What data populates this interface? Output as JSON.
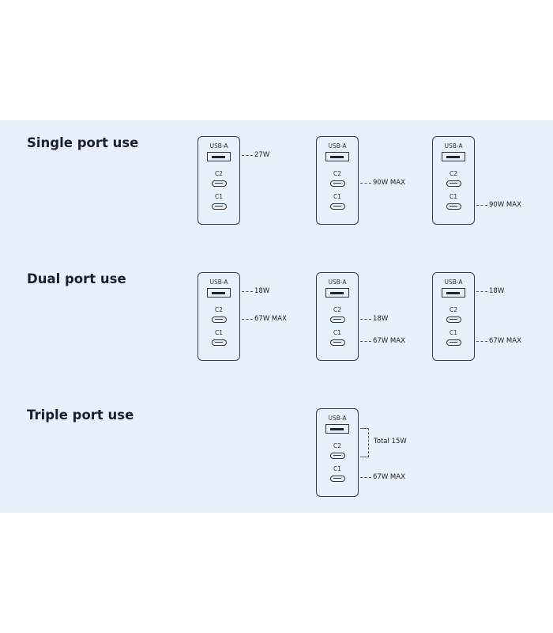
{
  "port_labels": {
    "usba": "USB-A",
    "c2": "C2",
    "c1": "C1"
  },
  "sections": [
    {
      "title": "Single port use",
      "chargers": [
        {
          "usba": "27W"
        },
        {
          "c2": "90W MAX"
        },
        {
          "c1": "90W MAX"
        }
      ]
    },
    {
      "title": "Dual port use",
      "chargers": [
        {
          "usba": "18W",
          "c2": "67W MAX"
        },
        {
          "c2": "18W",
          "c1": "67W MAX"
        },
        {
          "usba": "18W",
          "c1": "67W MAX"
        }
      ]
    },
    {
      "title": "Triple port use",
      "chargers": [
        {
          "usba_c2_total": "Total 15W",
          "c1": "67W MAX"
        }
      ]
    }
  ]
}
